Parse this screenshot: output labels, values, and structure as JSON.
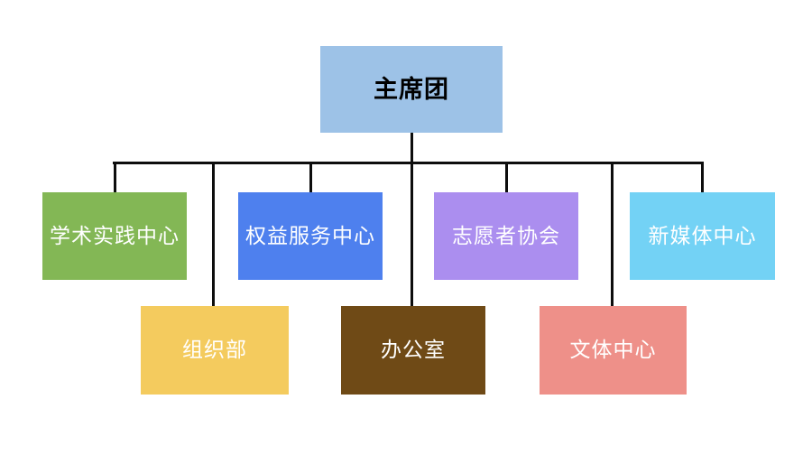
{
  "diagram": {
    "type": "org-chart",
    "background_color": "#ffffff",
    "line_color": "#0d0d0d",
    "nodes": [
      {
        "id": "presidium",
        "label": "主席团",
        "level": 1,
        "parent": null,
        "color": "#9DC2E7",
        "text_color": "#000000"
      },
      {
        "id": "academic-practice-center",
        "label": "学术实践中心",
        "level": 2,
        "parent": "主席团",
        "color": "#83B755",
        "text_color": "#FFFFFF"
      },
      {
        "id": "rights-service-center",
        "label": "权益服务中心",
        "level": 2,
        "parent": "主席团",
        "color": "#4E80EE",
        "text_color": "#FFFFFF"
      },
      {
        "id": "volunteer-association",
        "label": "志愿者协会",
        "level": 2,
        "parent": "主席团",
        "color": "#AB8EEF",
        "text_color": "#FFFFFF"
      },
      {
        "id": "new-media-center",
        "label": "新媒体中心",
        "level": 2,
        "parent": "主席团",
        "color": "#73D2F5",
        "text_color": "#FFFFFF"
      },
      {
        "id": "organization-department",
        "label": "组织部",
        "level": 2,
        "parent": "主席团",
        "color": "#F4CB5E",
        "text_color": "#FFFFFF"
      },
      {
        "id": "office",
        "label": "办公室",
        "level": 2,
        "parent": "主席团",
        "color": "#6F4A16",
        "text_color": "#FFFFFF"
      },
      {
        "id": "culture-sports-center",
        "label": "文体中心",
        "level": 2,
        "parent": "主席团",
        "color": "#EE9089",
        "text_color": "#FFFFFF"
      }
    ]
  }
}
